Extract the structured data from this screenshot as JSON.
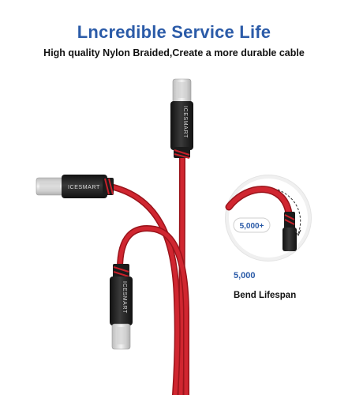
{
  "header": {
    "title": "Lncredible Service Life",
    "subtitle": "High quality Nylon Braided,Create a more durable cable"
  },
  "product": {
    "brand_mark": "ICESMART",
    "bend_badge_value": "5,000+"
  },
  "callout": {
    "count": "5,000",
    "label": "Bend Lifespan"
  },
  "colors": {
    "accent_blue": "#2b5ba8",
    "cable_red": "#c8202a",
    "cable_red_dark": "#8e1219",
    "housing_black": "#1f1f1f",
    "connector_silver": "#d9d9d9"
  },
  "icons": [
    "lightning-connector-icon",
    "bend-arrow-icon"
  ]
}
